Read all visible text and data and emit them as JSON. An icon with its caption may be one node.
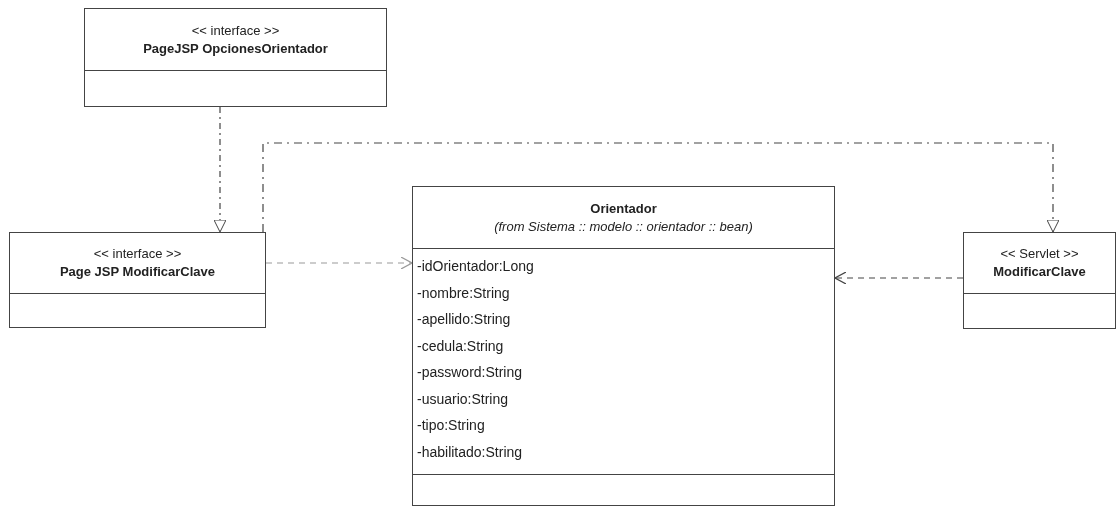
{
  "diagram": {
    "nodes": [
      {
        "text": [
          "<< interface >>",
          "PageJSP OpcionesOrientador"
        ]
      },
      {
        "text": [
          "<< interface >>",
          "Page JSP ModificarClave"
        ]
      },
      {
        "text": [
          "Orientador",
          "(from Sistema :: modelo :: orientador :: bean)",
          "-idOrientador:Long",
          "-nombre:String",
          "-apellido:String",
          "-cedula:String",
          "-password:String",
          "-usuario:String",
          "-tipo:String",
          "-habilitado:String"
        ]
      },
      {
        "text": [
          "<< Servlet >>",
          "ModificarClave"
        ]
      }
    ],
    "edges": [
      {
        "from": 0,
        "to": 1,
        "arrow": "to",
        "style": "dashed"
      },
      {
        "from": 1,
        "to": 3,
        "arrow": "to",
        "style": "dashed"
      },
      {
        "from": 1,
        "to": 2,
        "arrow": "to",
        "style": "dashed",
        "color": "#9a9a9a"
      },
      {
        "from": 3,
        "to": 2,
        "arrow": "to",
        "style": "dashed"
      }
    ]
  }
}
